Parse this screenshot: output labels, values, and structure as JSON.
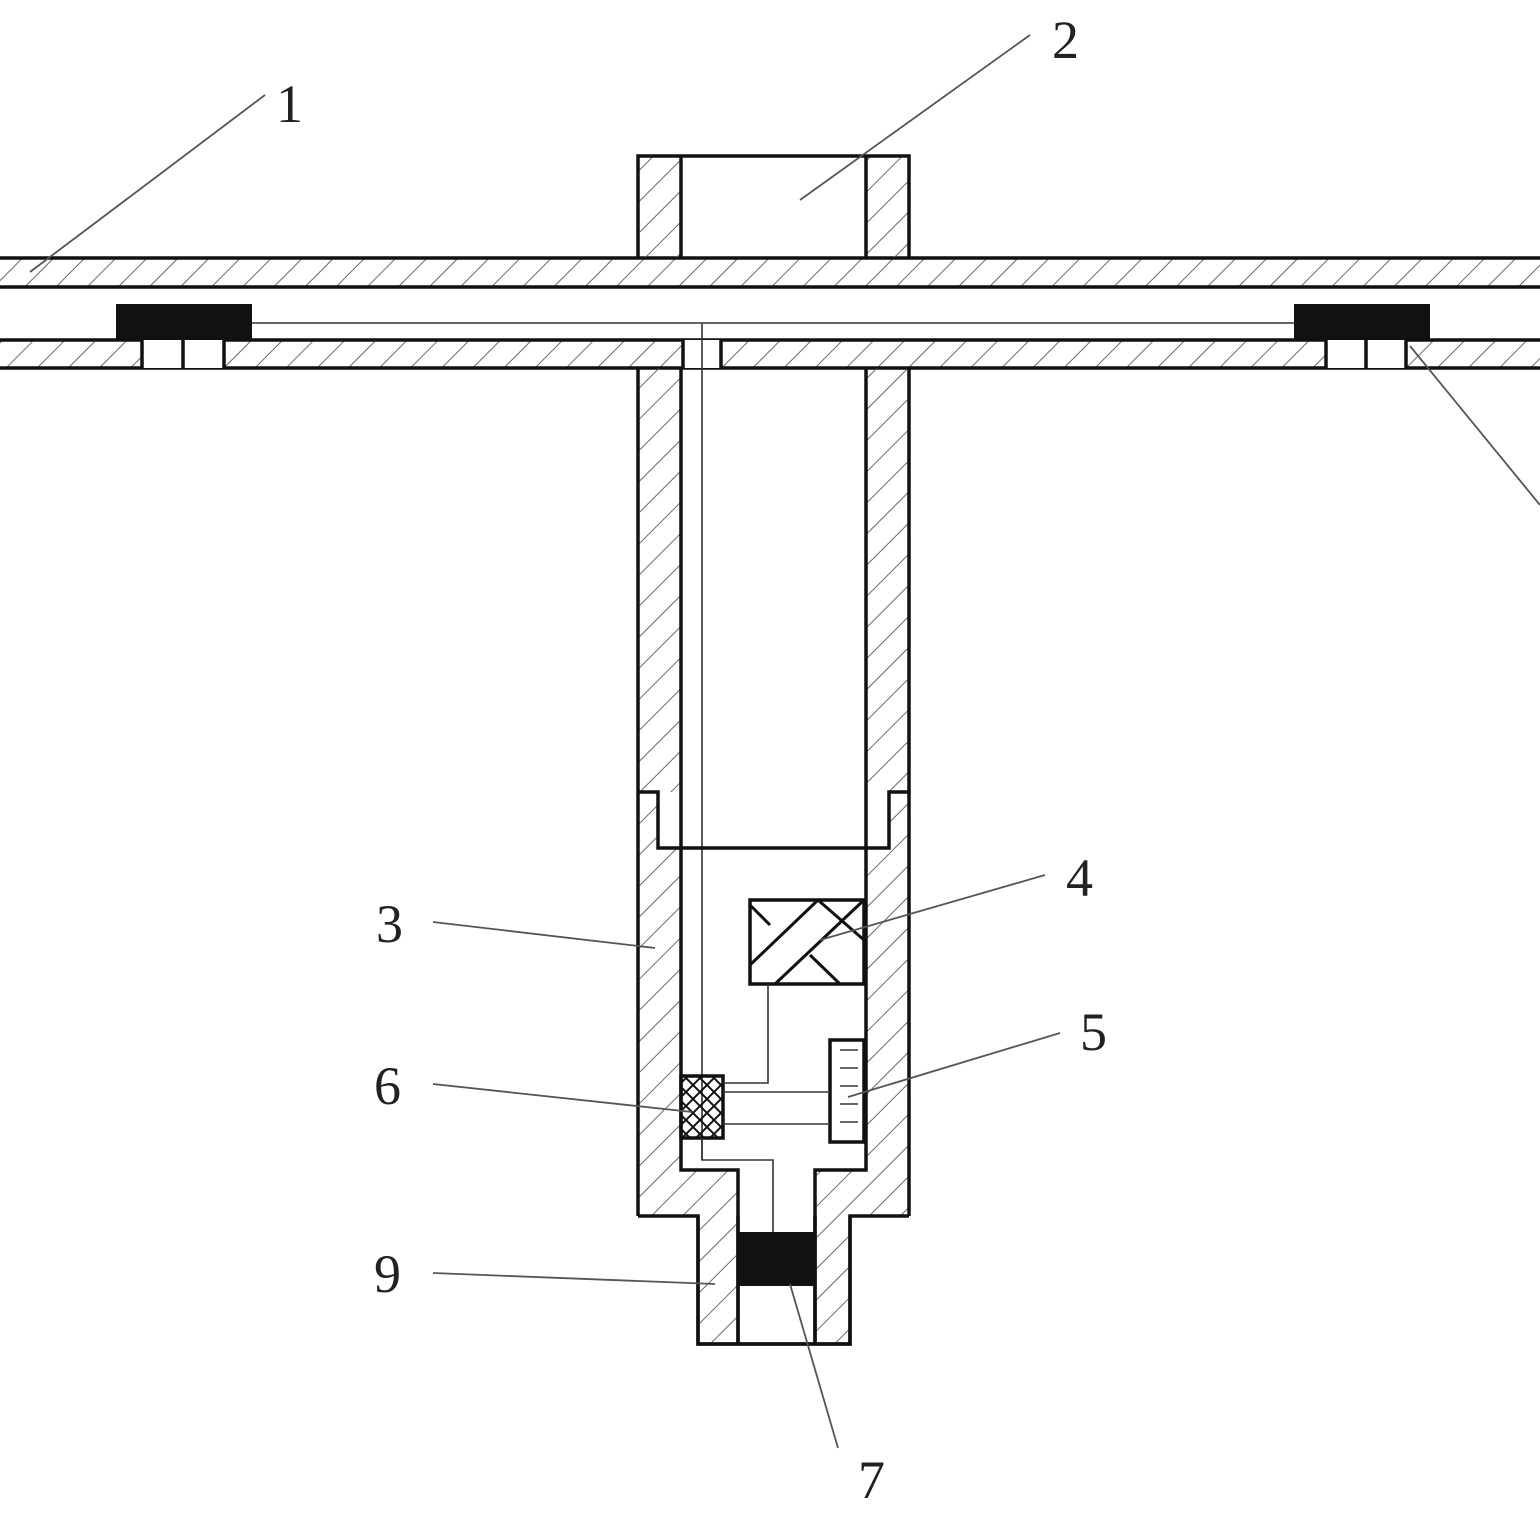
{
  "diagram": {
    "labels": [
      {
        "id": "1",
        "text": "1"
      },
      {
        "id": "2",
        "text": "2"
      },
      {
        "id": "3",
        "text": "3"
      },
      {
        "id": "4",
        "text": "4"
      },
      {
        "id": "5",
        "text": "5"
      },
      {
        "id": "6",
        "text": "6"
      },
      {
        "id": "7",
        "text": "7"
      },
      {
        "id": "9",
        "text": "9"
      }
    ]
  },
  "colors": {
    "line": "#111111",
    "fill_black": "#111111",
    "hatch": "#444444",
    "background": "#ffffff"
  }
}
